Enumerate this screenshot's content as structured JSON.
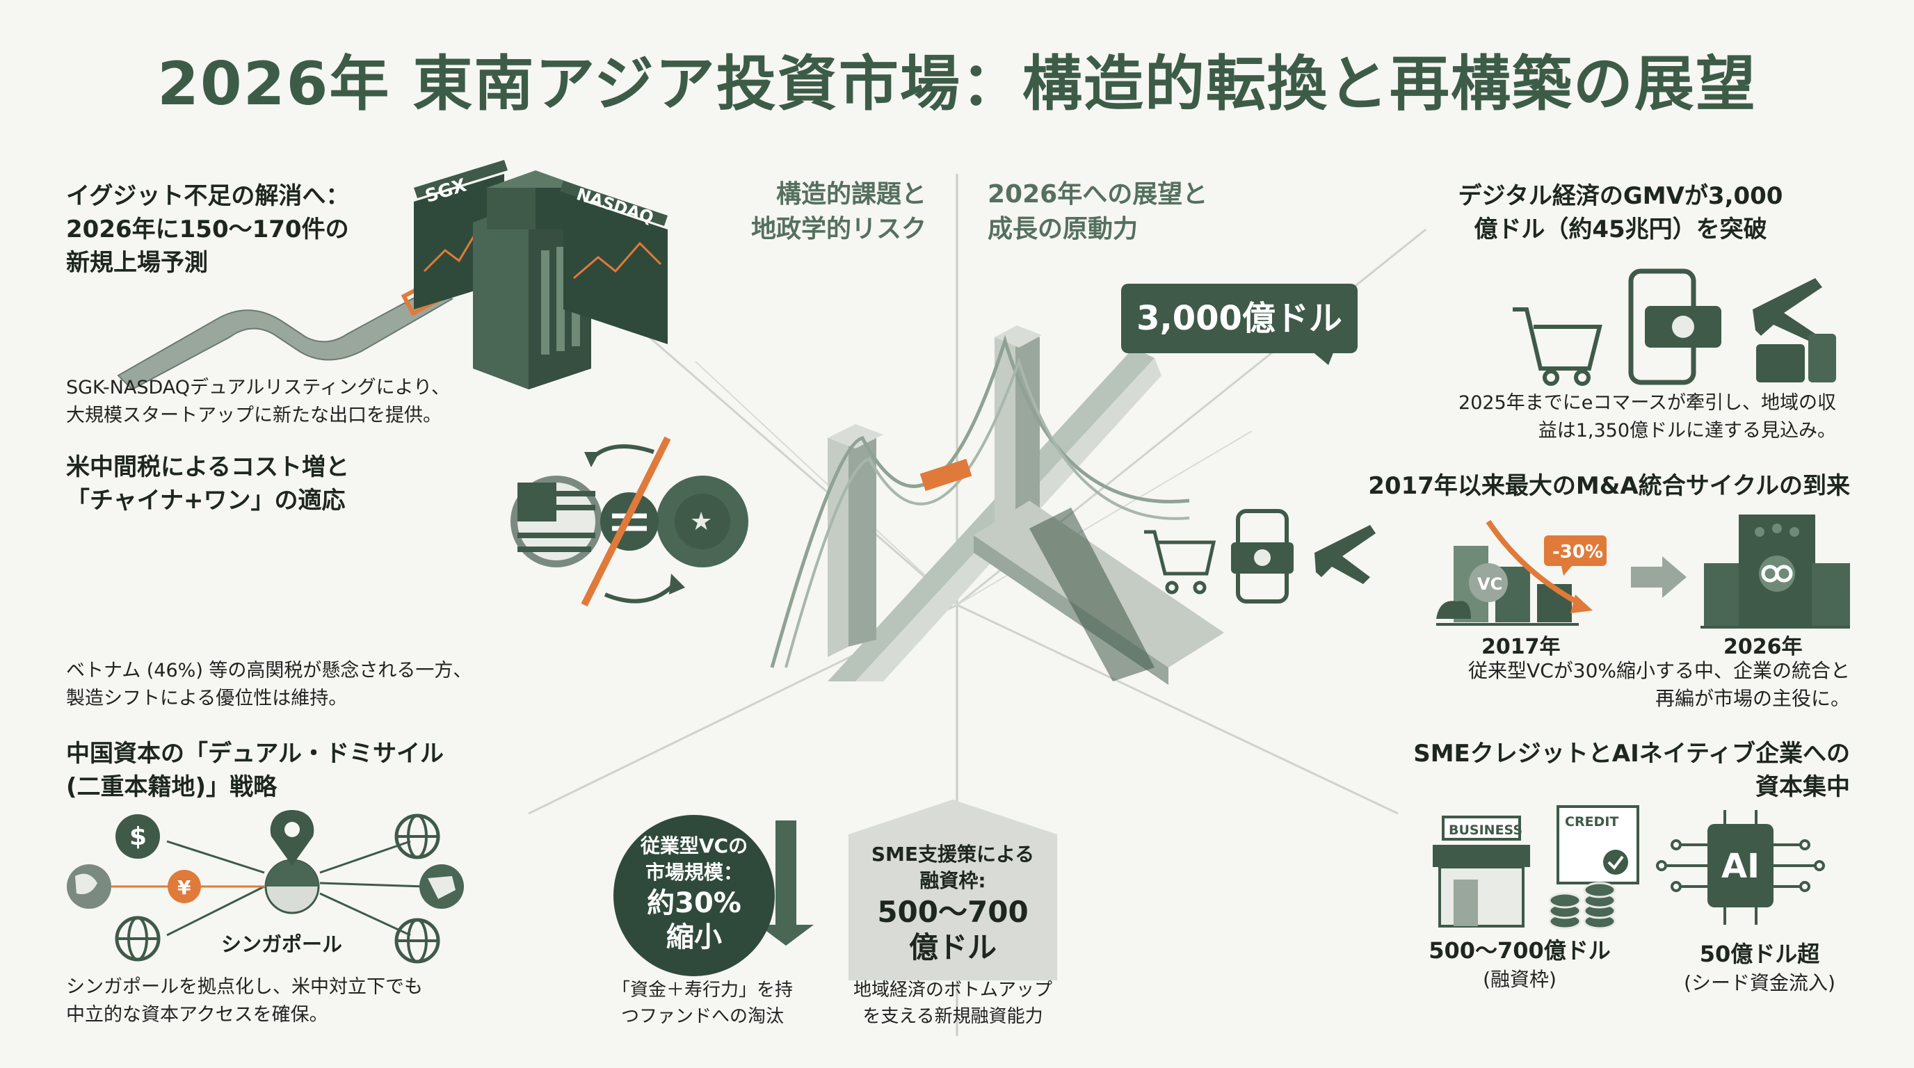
{
  "title": "2026年 東南アジア投資市場：構造的転換と再構築の展望",
  "center": {
    "left_heading": [
      "構造的課題と",
      "地政学的リスク"
    ],
    "right_heading": [
      "2026年への展望と",
      "成長の原動力"
    ],
    "callout": "3,000億ドル"
  },
  "left": {
    "exit": {
      "heading": [
        "イグジット不足の解消へ：",
        "2026年に150〜170件の",
        "新規上場予測"
      ],
      "body": [
        "SGK-NASDAQデュアルリスティングにより、",
        "大規模スタートアップに新たな出口を提供。"
      ],
      "board_labels": [
        "SGX",
        "NASDAQ"
      ]
    },
    "tariff": {
      "heading": [
        "米中間税によるコスト増と",
        "「チャイナ+ワン」の適応"
      ],
      "body": [
        "ベトナム (46%) 等の高関税が懸念される一方、",
        "製造シフトによる優位性は維持。"
      ]
    },
    "domicile": {
      "heading": [
        "中国資本の「デュアル・ドミサイル",
        "(二重本籍地)」戦略"
      ],
      "hub_label": "シンガポール",
      "currency_symbols": [
        "$",
        "¥"
      ],
      "body": [
        "シンガポールを拠点化し、米中対立下でも",
        "中立的な資本アクセスを確保。"
      ]
    }
  },
  "bottom": {
    "vc": {
      "circle": [
        "従業型VCの",
        "市場規模：",
        "約30%",
        "縮小"
      ],
      "caption": [
        "「資金＋寿行力」を持",
        "つファンドへの淘汰"
      ]
    },
    "sme": {
      "house": [
        "SME支援策による",
        "融資枠:",
        "500〜700",
        "億ドル"
      ],
      "caption": [
        "地域経済のボトムアップ",
        "を支える新規融資能力"
      ]
    }
  },
  "right": {
    "gmv": {
      "heading": [
        "デジタル経済のGMVが3,000",
        "億ドル（約45兆円）を突破"
      ],
      "body": [
        "2025年までにeコマースが牽引し、地域の収",
        "益は1,350億ドルに達する見込み。"
      ]
    },
    "mna": {
      "heading": "2017年以来最大のM&A統合サイクルの到来",
      "badge": "-30%",
      "vc_label": "VC",
      "years": [
        "2017年",
        "2026年"
      ],
      "body": [
        "従来型VCが30%縮小する中、企業の統合と",
        "再編が市場の主役に。"
      ]
    },
    "sme_ai": {
      "heading": [
        "SMEクレジットとAIネイティブ企業への",
        "資本集中"
      ],
      "business_label": "BUSINESS",
      "credit_label": "CREDIT",
      "ai_label": "AI",
      "left_value": "500〜700億ドル",
      "left_sub": "(融資枠)",
      "right_value": "50億ドル超",
      "right_sub": "(シード資金流入)"
    }
  },
  "colors": {
    "primary": "#3f5a48",
    "accent": "#e07a3a",
    "bg": "#f6f6f2"
  }
}
